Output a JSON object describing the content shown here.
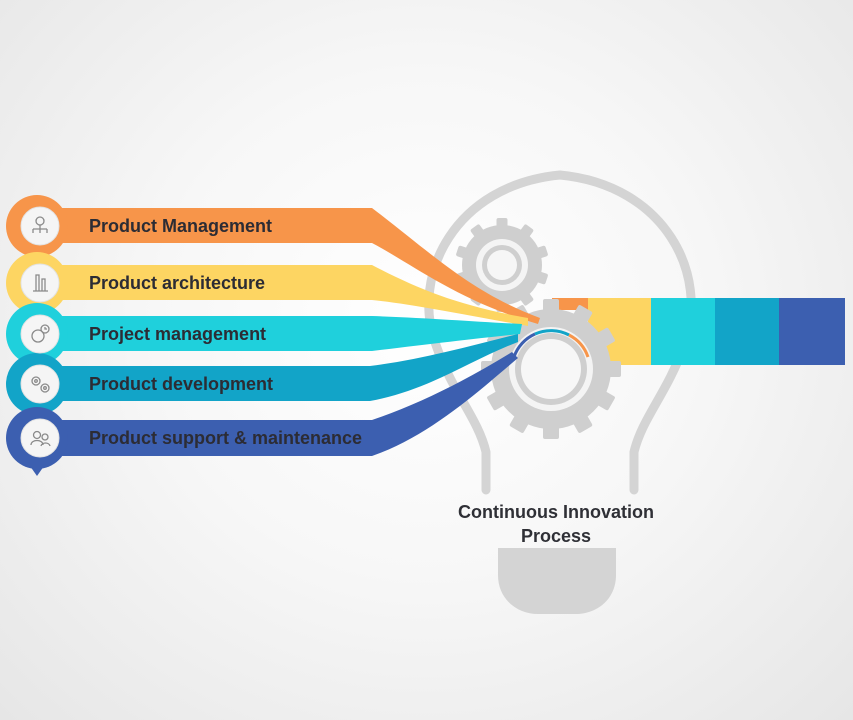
{
  "steps": [
    {
      "label": "Product Management",
      "color": "#f7954a",
      "icon": "hierarchy-icon"
    },
    {
      "label": "Product architecture",
      "color": "#fdd562",
      "icon": "architecture-tools-icon"
    },
    {
      "label": "Project management",
      "color": "#1fd0dc",
      "icon": "project-clock-icon"
    },
    {
      "label": "Product development",
      "color": "#12a4c8",
      "icon": "development-gears-icon"
    },
    {
      "label": "Product support & maintenance",
      "color": "#3c5fb0",
      "icon": "support-team-icon"
    }
  ],
  "caption": {
    "line1": "Continuous Innovation",
    "line2": "Process"
  },
  "colors": {
    "bulb": "#d4d4d4",
    "gear": "#cfcfcf"
  }
}
